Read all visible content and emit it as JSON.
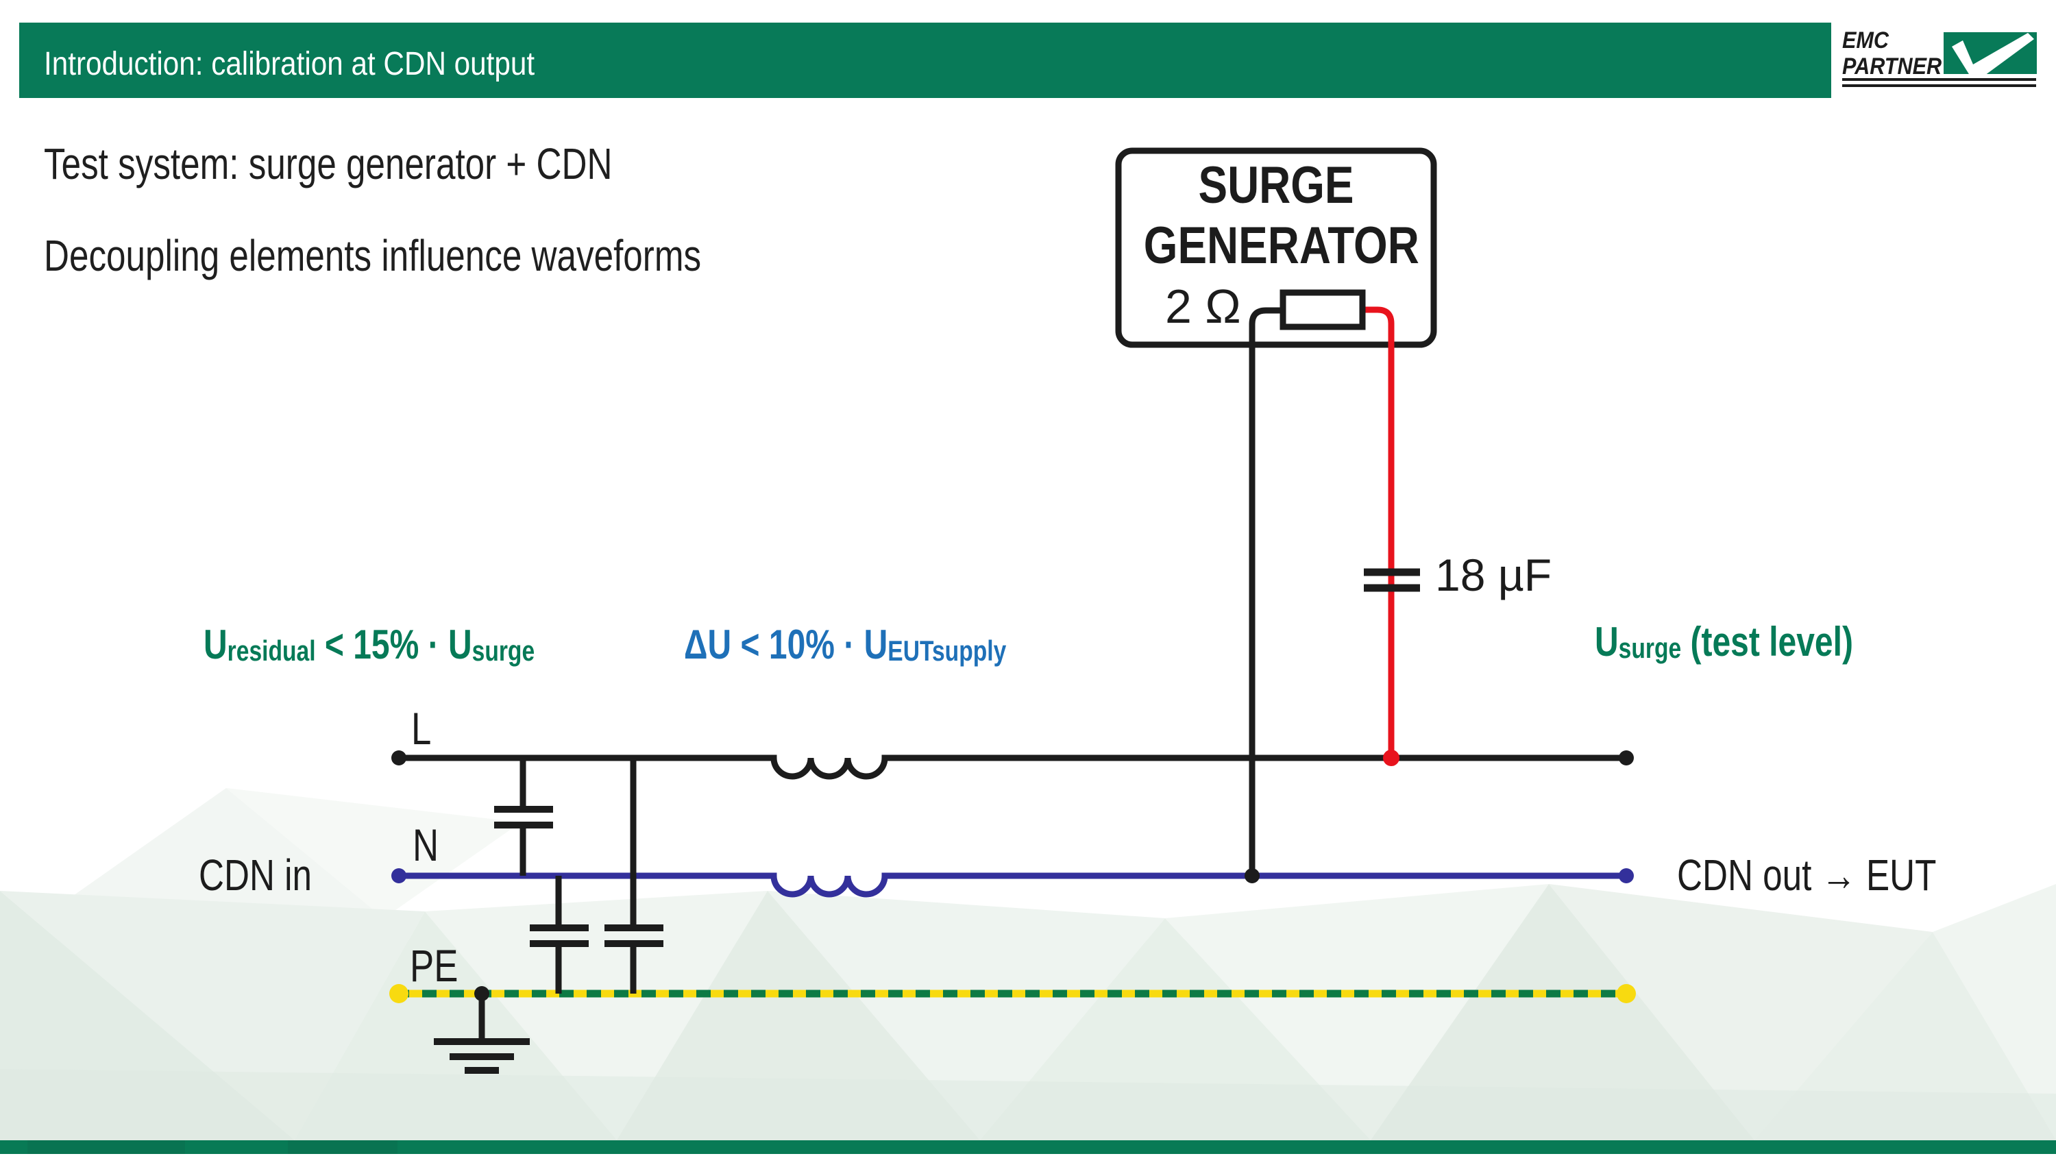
{
  "header": {
    "title": "Introduction: calibration at CDN output"
  },
  "logo": {
    "line1": "EMC",
    "line2": "PARTNER"
  },
  "intro": {
    "line1": "Test system: surge generator + CDN",
    "line2": "Decoupling elements influence waveforms"
  },
  "diagram": {
    "generator": {
      "name_line1": "SURGE",
      "name_line2": "GENERATOR",
      "impedance_label": "2 Ω"
    },
    "coupling_capacitor_label": "18 µF",
    "wires": {
      "line": "L",
      "neutral": "N",
      "protective_earth": "PE"
    },
    "ports": {
      "input_label": "CDN in",
      "output_label": "CDN out → EUT"
    },
    "annotations": {
      "residual": {
        "u1": "U",
        "sub1": "residual",
        "op": " < 15% · ",
        "u2": "U",
        "sub2": "surge"
      },
      "delta": {
        "u1": "ΔU",
        "op": " < 10% · ",
        "u2": "U",
        "sub2": "EUTsupply"
      },
      "surge_level": {
        "u1": "U",
        "sub1": "surge",
        "rest": " (test level)"
      }
    }
  },
  "colors": {
    "brand_green": "#087a58",
    "formula_green": "#067a57",
    "formula_blue": "#1e70b8",
    "neutral_wire_blue": "#33309b",
    "pe_yellow": "#f8da10",
    "pe_green": "#0d7a44",
    "surge_wire_red": "#e8131d",
    "circuit_black": "#1c1c1c"
  }
}
